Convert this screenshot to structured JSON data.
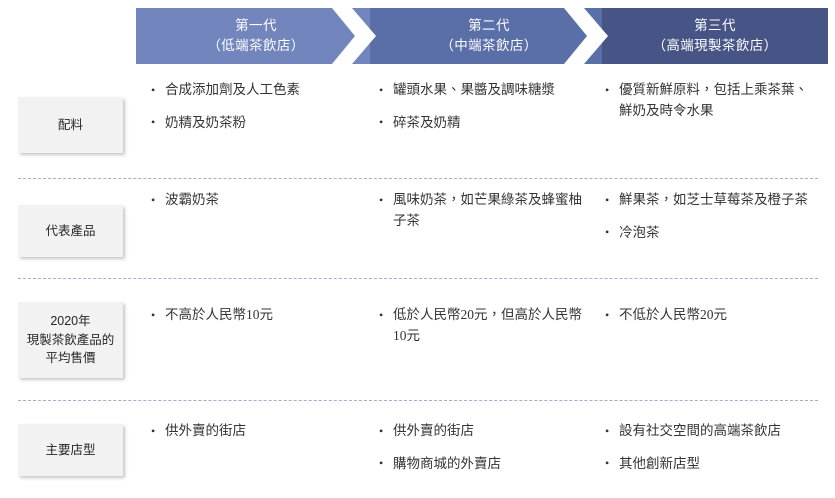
{
  "header": {
    "columns": [
      {
        "title": "第一代",
        "subtitle": "（低端茶飲店）",
        "color": "#7286bd"
      },
      {
        "title": "第二代",
        "subtitle": "（中端茶飲店）",
        "color": "#5a6ea8"
      },
      {
        "title": "第三代",
        "subtitle": "（高端現製茶飲店）",
        "color": "#475586"
      }
    ],
    "separator_icon": "chevron-right-icon"
  },
  "rows": [
    {
      "label": "配料",
      "label_lines": [
        "配料"
      ],
      "cells": [
        [
          "合成添加劑及人工色素",
          "奶精及奶茶粉"
        ],
        [
          "罐頭水果、果醬及調味糖漿",
          "碎茶及奶精"
        ],
        [
          "優質新鮮原料，包括上乘茶葉、鮮奶及時令水果"
        ]
      ]
    },
    {
      "label": "代表產品",
      "label_lines": [
        "代表產品"
      ],
      "cells": [
        [
          "波霸奶茶"
        ],
        [
          "風味奶茶，如芒果綠茶及蜂蜜柚子茶"
        ],
        [
          "鮮果茶，如芝士草莓茶及橙子茶",
          "冷泡茶"
        ]
      ]
    },
    {
      "label": "2020年現製茶飲產品的平均售價",
      "label_lines": [
        "2020年",
        "現製茶飲產品的",
        "平均售價"
      ],
      "cells": [
        [
          "不高於人民幣10元"
        ],
        [
          "低於人民幣20元，但高於人民幣10元"
        ],
        [
          "不低於人民幣20元"
        ]
      ]
    },
    {
      "label": "主要店型",
      "label_lines": [
        "主要店型"
      ],
      "cells": [
        [
          "供外賣的街店"
        ],
        [
          "供外賣的街店",
          "購物商城的外賣店"
        ],
        [
          "設有社交空間的高端茶飲店",
          "其他創新店型"
        ]
      ]
    }
  ],
  "style": {
    "label_box_bg": "#f2f2f2",
    "separator_color": "#9fb0d4",
    "text_color": "#333333"
  }
}
